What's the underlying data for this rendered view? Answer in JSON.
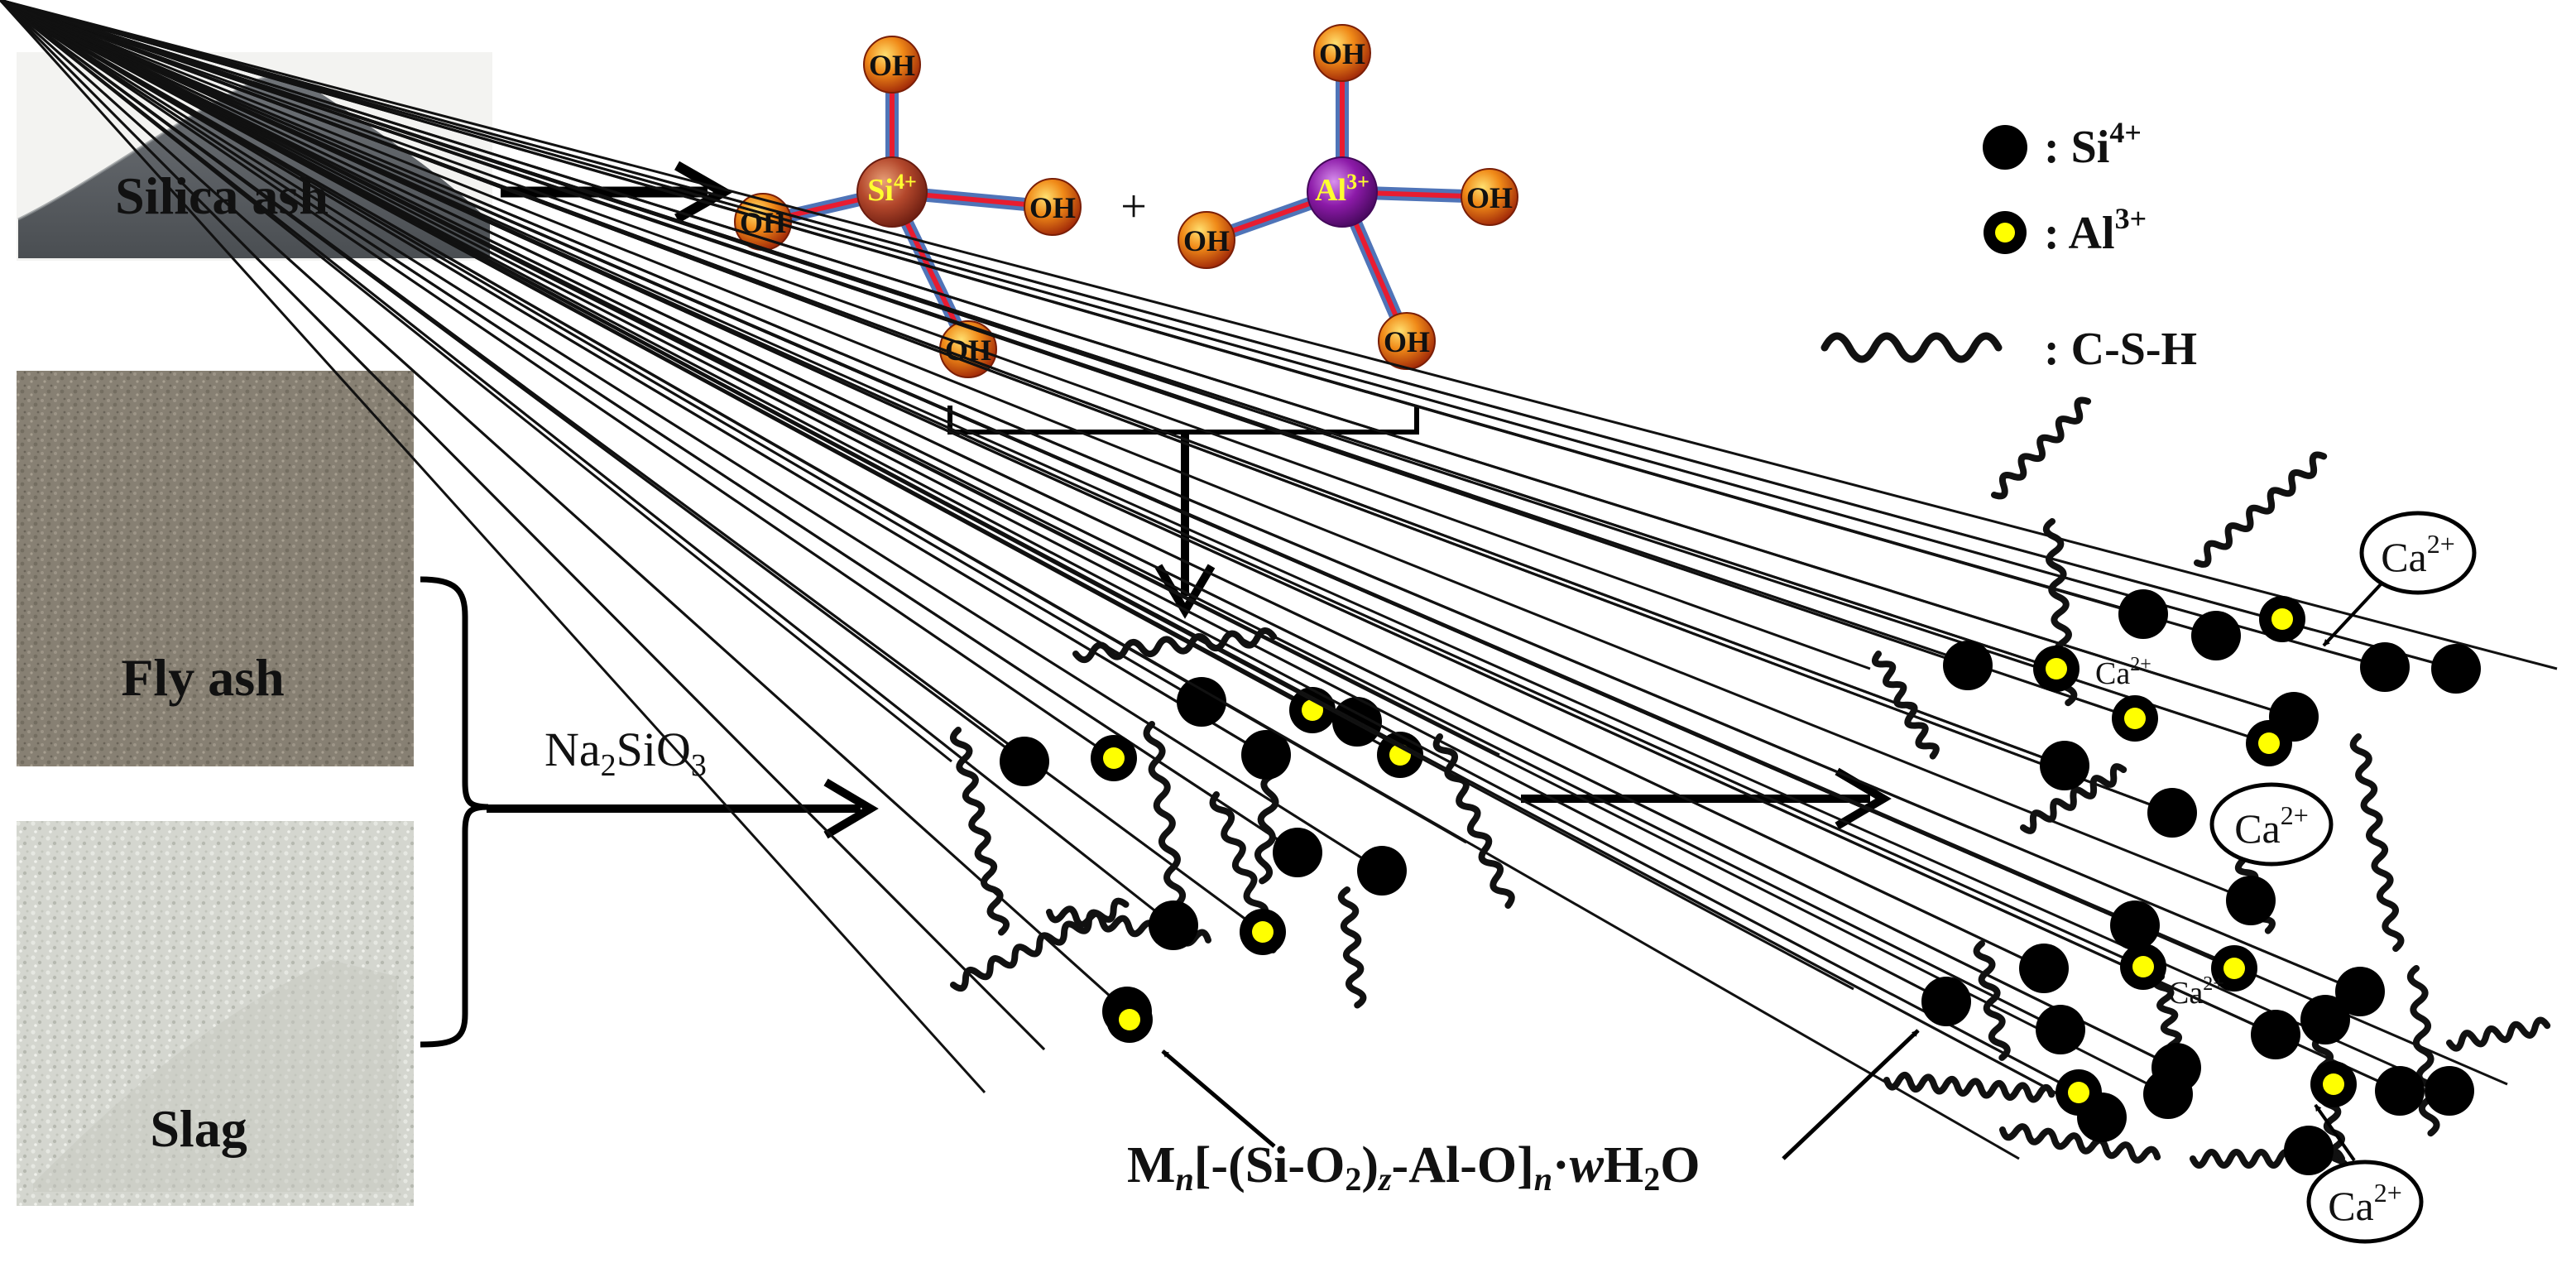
{
  "materials": {
    "silica_ash": "Silica ash",
    "fly_ash": "Fly ash",
    "slag": "Slag"
  },
  "activator": {
    "base": "Na",
    "sub1": "2",
    "mid": "SiO",
    "sub2": "3"
  },
  "monomers": {
    "si_center": {
      "base": "Si",
      "sup": "4+"
    },
    "al_center": {
      "base": "Al",
      "sup": "3+"
    },
    "hydroxyl": "OH",
    "plus": "+"
  },
  "legend": {
    "si": {
      "base": ": Si",
      "sup": "4+"
    },
    "al": {
      "base": ": Al",
      "sup": "3+"
    },
    "csh": ": C-S-H"
  },
  "calcium_label": {
    "base": "Ca",
    "sup": "2+"
  },
  "formula": {
    "p1": "M",
    "p2": "n",
    "p3": "[-(Si-O",
    "p4": "2",
    "p5": ")",
    "p6": "z",
    "p7": "-Al-O]",
    "p8": "n",
    "p9": "·",
    "p10": "w",
    "p11": "H",
    "p12": "2",
    "p13": "O"
  },
  "colors": {
    "si_node": "#000000",
    "al_node": "#ffff00",
    "oh_sphere": "#e86a10",
    "si_sphere": "#b84a2c",
    "al_sphere": "#8c1aa8",
    "bond_outer": "#4f74b8",
    "bond_inner": "#e81c30",
    "label_yellow": "#ffff30"
  }
}
